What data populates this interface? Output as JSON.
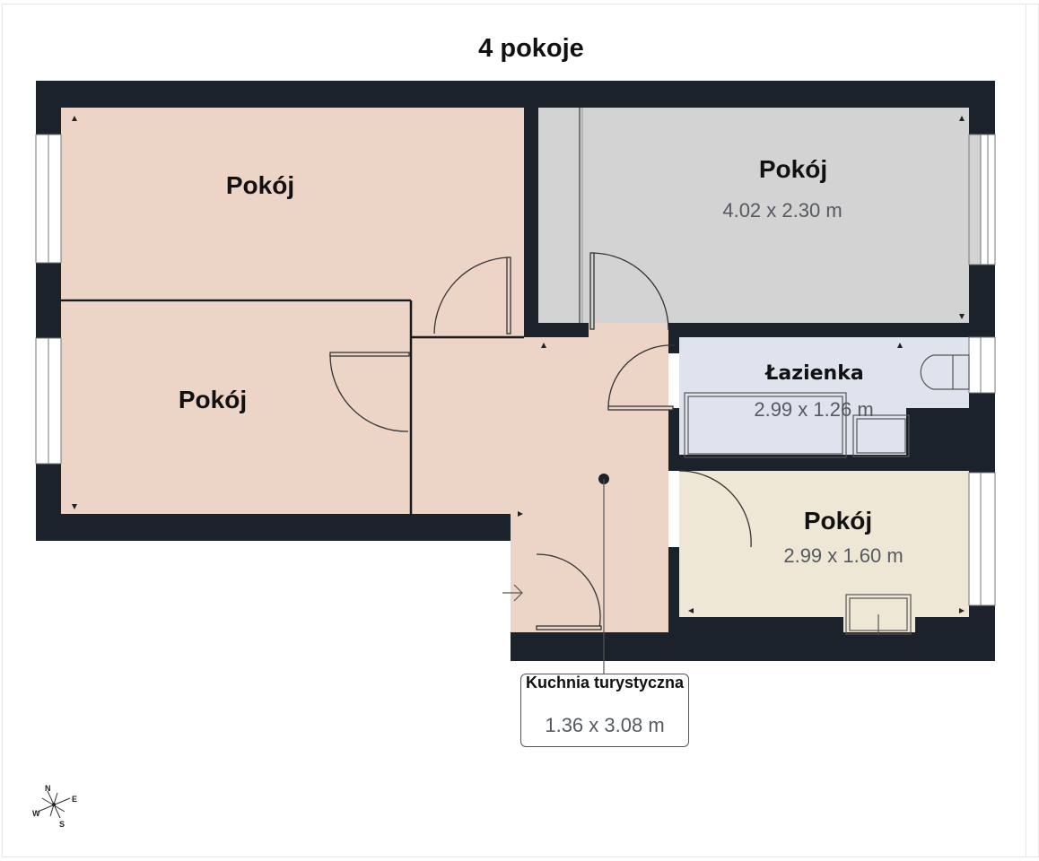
{
  "title": "4 pokoje",
  "colors": {
    "wall": "#1c222c",
    "room_peach": "#ecd4c6",
    "room_gray": "#d3d3d3",
    "room_bath": "#dfe3ee",
    "room_cream": "#efe7d5",
    "dim_text": "#555a62"
  },
  "rooms": [
    {
      "name": "Pokój",
      "dimensions": "",
      "color": "#ecd4c6"
    },
    {
      "name": "Pokój",
      "dimensions": "",
      "color": "#ecd4c6"
    },
    {
      "name": "Pokój",
      "dimensions": "4.02 x 2.30 m",
      "color": "#d3d3d3"
    },
    {
      "name": "Łazienka",
      "dimensions": "2.99 x 1.26 m",
      "color": "#dfe3ee"
    },
    {
      "name": "Pokój",
      "dimensions": "2.99 x 1.60 m",
      "color": "#efe7d5"
    },
    {
      "name": "Kuchnia turystyczna",
      "dimensions": "1.36 x 3.08 m",
      "color": "#ecd4c6"
    }
  ],
  "callout": {
    "name": "Kuchnia turystyczna",
    "dimensions": "1.36 x 3.08 m"
  },
  "compass": {
    "n": "N",
    "e": "E",
    "s": "S",
    "w": "W"
  }
}
